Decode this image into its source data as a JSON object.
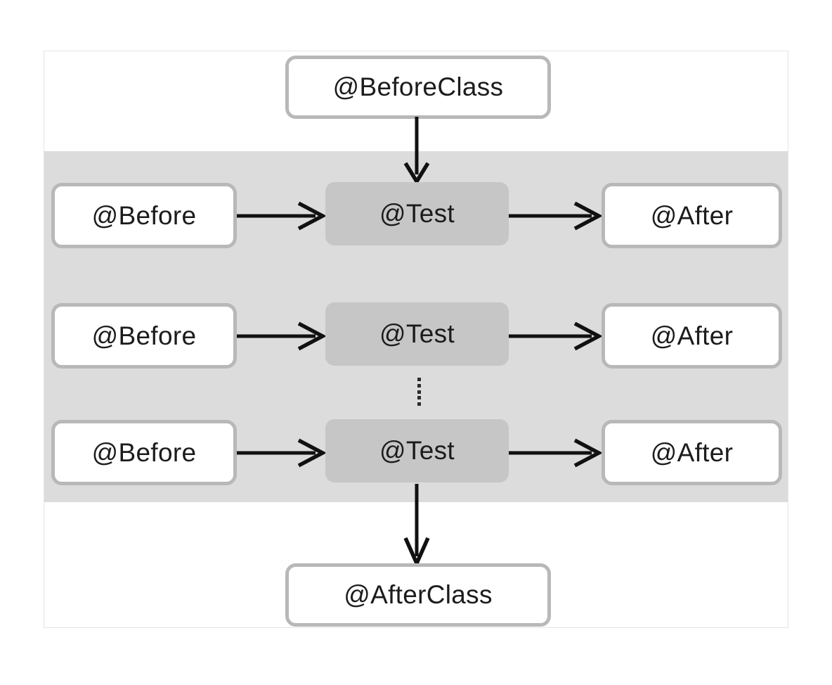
{
  "diagram": {
    "title": "JUnit test lifecycle annotations flow",
    "colors": {
      "frame_border": "#e4e4e4",
      "band_background": "#dcdcdc",
      "outline_node_fill": "#ffffff",
      "outline_node_border": "#b8b8b8",
      "filled_node_fill": "#c6c6c6",
      "arrow": "#111111",
      "text": "#1c1c1c"
    },
    "class_level": {
      "before_class": "@BeforeClass",
      "after_class": "@AfterClass"
    },
    "repeat_band": {
      "rows": [
        {
          "before": "@Before",
          "test": "@Test",
          "after": "@After"
        },
        {
          "before": "@Before",
          "test": "@Test",
          "after": "@After"
        },
        {
          "before": "@Before",
          "test": "@Test",
          "after": "@After"
        }
      ],
      "ellipsis": "⋮",
      "ellipsis_dot_count": 5
    },
    "arrows": {
      "before_class_to_test": "@BeforeClass → @Test",
      "before_to_test": "@Before → @Test",
      "test_to_after": "@Test → @After",
      "test_to_after_class": "@Test → @AfterClass"
    }
  }
}
